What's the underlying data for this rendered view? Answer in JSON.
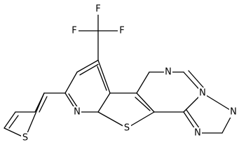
{
  "molecule": {
    "atoms": [
      {
        "id": "F1",
        "symbol": "F"
      },
      {
        "id": "F2",
        "symbol": "F"
      },
      {
        "id": "F3",
        "symbol": "F"
      },
      {
        "id": "N_pym",
        "symbol": "N"
      },
      {
        "id": "N_bridge",
        "symbol": "N"
      },
      {
        "id": "N_triazole_top",
        "symbol": "N"
      },
      {
        "id": "N_triazole_bottom",
        "symbol": "N"
      },
      {
        "id": "N_pyridine",
        "symbol": "N"
      },
      {
        "id": "S_core",
        "symbol": "S"
      },
      {
        "id": "S_thiophene",
        "symbol": "S"
      }
    ]
  }
}
